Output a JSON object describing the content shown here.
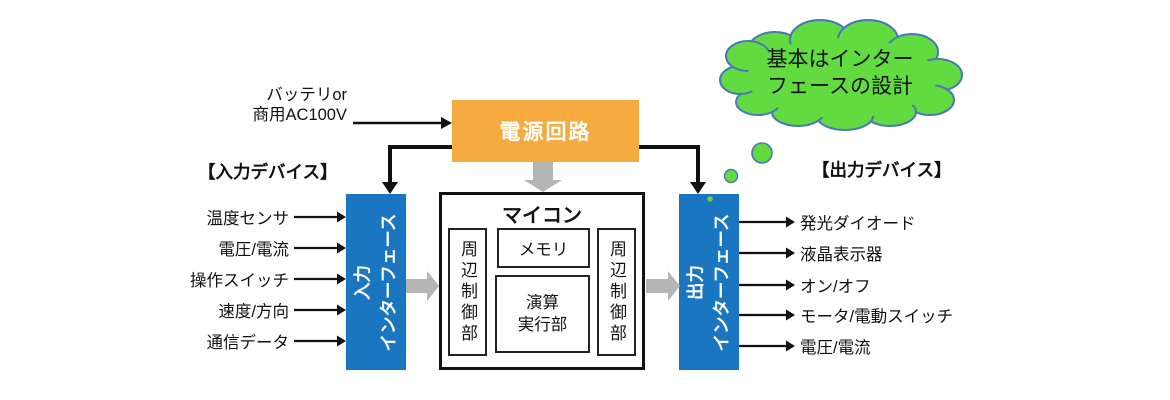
{
  "thought_bubble": {
    "line1": "基本はインター",
    "line2": "フェースの設計"
  },
  "power_source": {
    "line1": "バッテリor",
    "line2": "商用AC100V"
  },
  "power_circuit": {
    "label": "電源回路"
  },
  "input_devices": {
    "header": "【入力デバイス】",
    "items": [
      "温度センサ",
      "電圧/電流",
      "操作スイッチ",
      "速度/方向",
      "通信データ"
    ]
  },
  "input_interface": {
    "line1": "入力",
    "line2": "インターフェース"
  },
  "microcontroller": {
    "title": "マイコン",
    "peripheral_left": "周辺制御部",
    "memory": "メモリ",
    "alu_line1": "演算",
    "alu_line2": "実行部",
    "peripheral_right": "周辺制御部"
  },
  "output_interface": {
    "line1": "出力",
    "line2": "インターフェース"
  },
  "output_devices": {
    "header": "【出力デバイス】",
    "items": [
      "発光ダイオード",
      "液晶表示器",
      "オン/オフ",
      "モータ/電動スイッチ",
      "電圧/電流"
    ]
  },
  "colors": {
    "interface_blue": "#1B76C2",
    "power_orange": "#F6AB41",
    "bubble_green": "#62DB40",
    "bubble_outline": "#4878B8",
    "arrow_gray": "#B5B5B5",
    "line_black": "#111111"
  }
}
